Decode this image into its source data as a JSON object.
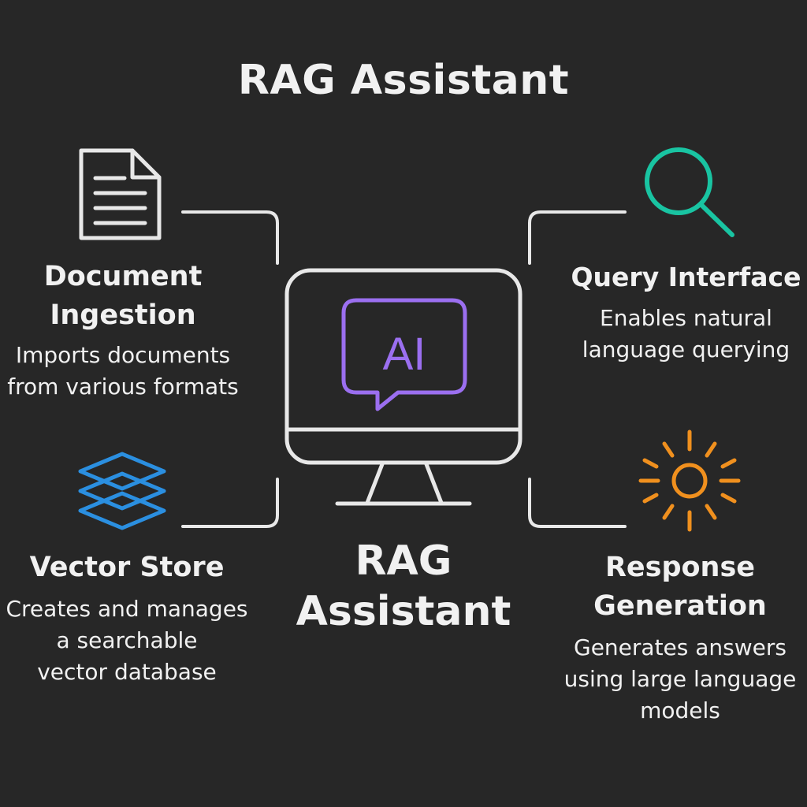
{
  "title": "RAG Assistant",
  "center": {
    "badge": "AI",
    "label_line1": "RAG",
    "label_line2": "Assistant"
  },
  "components": {
    "document_ingestion": {
      "title_line1": "Document",
      "title_line2": "Ingestion",
      "desc_line1": "Imports documents",
      "desc_line2": "from various formats",
      "icon": "document-icon"
    },
    "query_interface": {
      "title": "Query Interface",
      "desc_line1": "Enables natural",
      "desc_line2": "language querying",
      "icon": "search-icon"
    },
    "vector_store": {
      "title": "Vector Store",
      "desc_line1": "Creates and manages",
      "desc_line2": "a searchable",
      "desc_line3": "vector database",
      "icon": "layers-icon"
    },
    "response_generation": {
      "title_line1": "Response",
      "title_line2": "Generation",
      "desc_line1": "Generates answers",
      "desc_line2": "using large language",
      "desc_line3": "models",
      "icon": "sun-icon"
    }
  },
  "colors": {
    "background": "#272727",
    "line": "#e8e8e8",
    "ai_accent": "#9b6ff0",
    "search_accent": "#19c4a2",
    "layers_accent": "#2b8fe0",
    "sun_accent": "#f0901e"
  }
}
